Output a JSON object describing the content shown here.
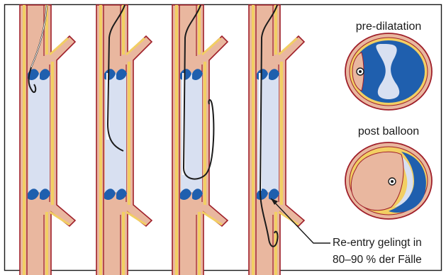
{
  "labels": {
    "pre_dilatation": "pre-dilatation",
    "post_balloon": "post balloon",
    "reentry_line1": "Re-entry gelingt in",
    "reentry_line2": "80–90 % der Fälle"
  },
  "colors": {
    "vessel_fill": "#e9b79f",
    "vessel_outline": "#9f1f2a",
    "wall_layer": "#f2cf63",
    "lumen": "#d8e0f1",
    "plaque": "#1f5fae",
    "dissection": "#ffffff",
    "wire": "#1b1b1b",
    "frame": "#1a1a1a"
  },
  "panels": [
    {
      "step": 1,
      "wire_position": "entering subintimal plane"
    },
    {
      "step": 2,
      "wire_position": "subintimal, passing occlusion"
    },
    {
      "step": 3,
      "wire_position": "looped in subintimal space"
    },
    {
      "step": 4,
      "wire_position": "re-entered distal true lumen"
    }
  ],
  "cross_sections": [
    {
      "state": "pre-dilatation",
      "label_key": "labels.pre_dilatation"
    },
    {
      "state": "post balloon",
      "label_key": "labels.post_balloon"
    }
  ]
}
